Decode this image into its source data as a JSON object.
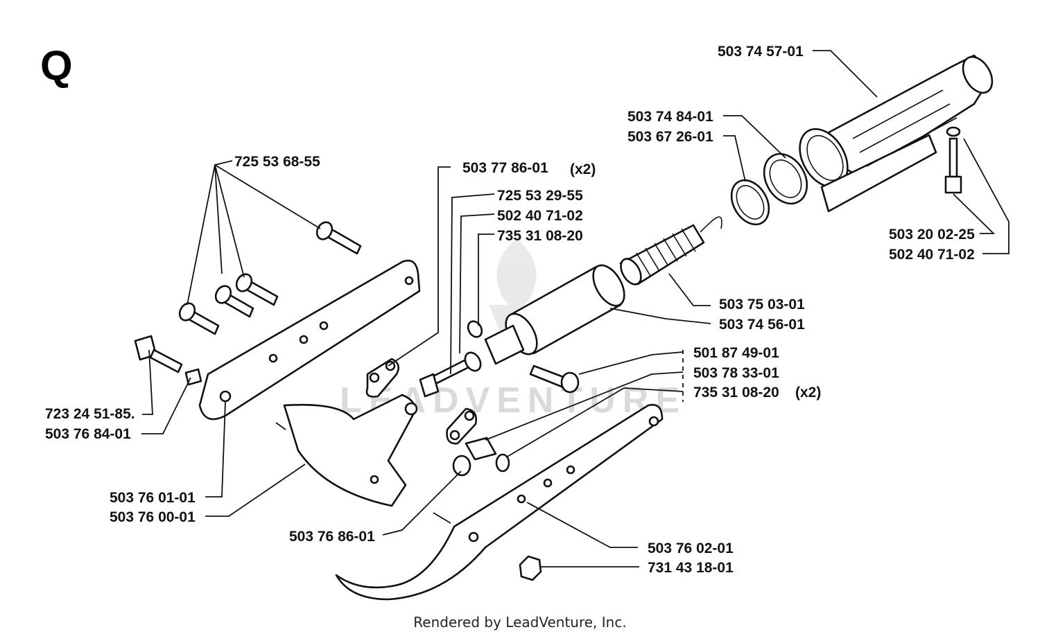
{
  "section_letter": "Q",
  "watermark": "LEADVENTURE",
  "footer": "Rendered by LeadVenture, Inc.",
  "labels": {
    "l725536855": "725 53 68-55",
    "l503778601": "503 77 86-01",
    "l503778601_qty": "(x2)",
    "l725532955": "725 53 29-55",
    "l502407102_a": "502 40 71-02",
    "l735310820_a": "735 31 08-20",
    "l503745701": "503 74 57-01",
    "l503748401": "503 74 84-01",
    "l503672601": "503 67 26-01",
    "l503200225": "503 20 02-25",
    "l502407102_b": "502 40 71-02",
    "l503750301": "503 75 03-01",
    "l503745601": "503 74 56-01",
    "l501874901": "501 87 49-01",
    "l503783301": "503 78 33-01",
    "l735310820_b": "735 31 08-20",
    "l735310820_b_qty": "(x2)",
    "l723245185": "723 24 51-85.",
    "l503768401": "503 76 84-01",
    "l503760101": "503 76 01-01",
    "l503760001": "503 76 00-01",
    "l503768601": "503 76 86-01",
    "l503760201": "503 76 02-01",
    "l731431801": "731 43 18-01"
  }
}
